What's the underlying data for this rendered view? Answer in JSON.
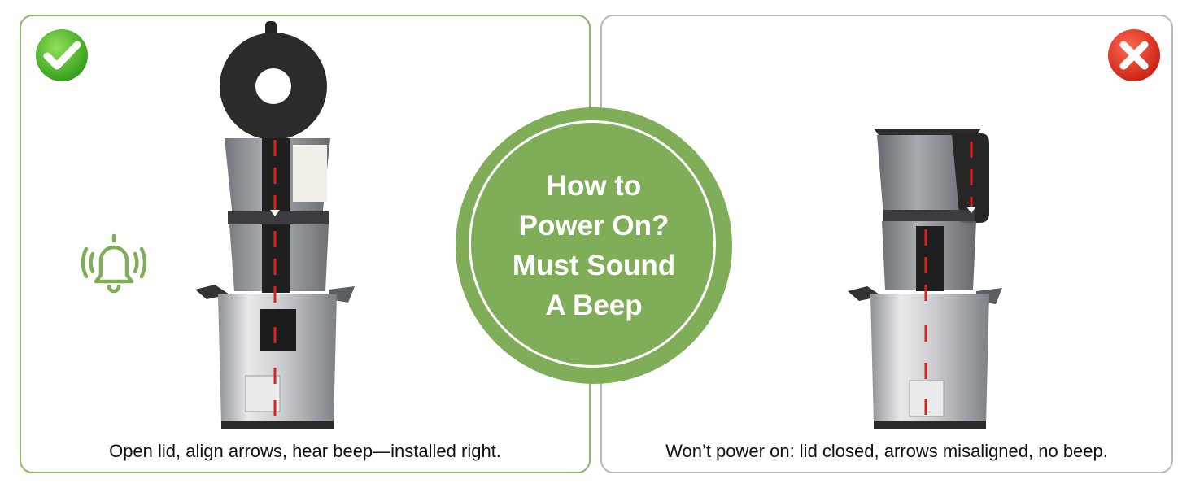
{
  "center_badge": {
    "lines": [
      "How to",
      "Power On?",
      "Must Sound",
      "A Beep"
    ]
  },
  "left_panel": {
    "caption": "Open lid, align arrows, hear beep—installed right.",
    "status_icon": "check-icon",
    "extra_icon": "bell-icon"
  },
  "right_panel": {
    "caption": "Won’t power on: lid closed, arrows misaligned, no beep.",
    "status_icon": "cross-icon"
  },
  "colors": {
    "accent_green": "#80ad58",
    "border_green": "#8bb86a",
    "border_gray": "#b9b9b9",
    "alignment_line": "#e02020",
    "error_red": "#e23a2a"
  }
}
